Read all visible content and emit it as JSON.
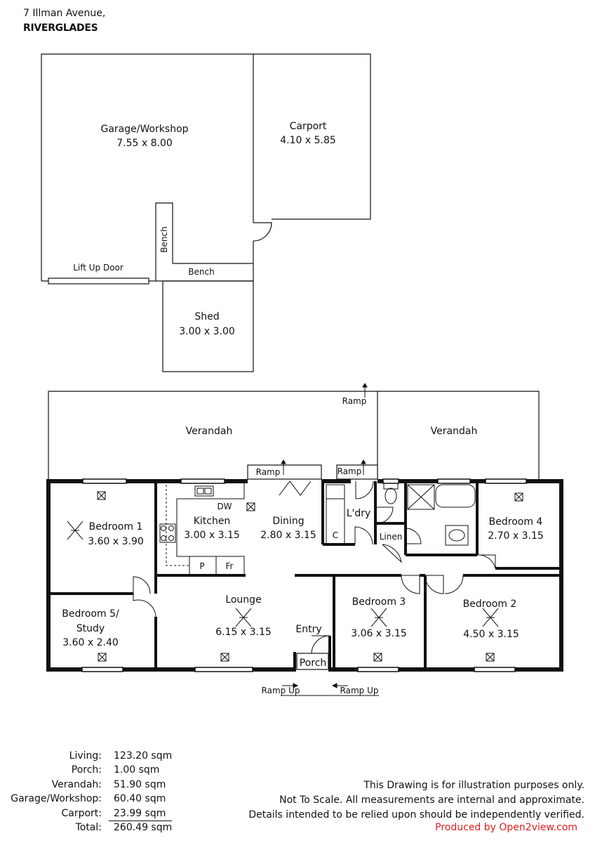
{
  "header": {
    "address": "7 Illman Avenue,",
    "suburb": "RIVERGLADES"
  },
  "outbuildings": {
    "garage": {
      "name": "Garage/Workshop",
      "size": "7.55 x 8.00"
    },
    "carport": {
      "name": "Carport",
      "size": "4.10 x 5.85"
    },
    "shed": {
      "name": "Shed",
      "size": "3.00 x 3.00"
    },
    "bench_side": "Bench",
    "bench_bottom": "Bench",
    "lift_up_door": "Lift Up Door"
  },
  "house": {
    "ramp_top": "Ramp",
    "ramp_mid": "Ramp",
    "ramp_right": "Ramp",
    "verandah_left": "Verandah",
    "verandah_right": "Verandah",
    "bedroom1": {
      "name": "Bedroom 1",
      "size": "3.60 x 3.90"
    },
    "kitchen": {
      "name": "Kitchen",
      "size": "3.00 x 3.15",
      "dw": "DW",
      "pantry": "P",
      "fridge": "Fr"
    },
    "dining": {
      "name": "Dining",
      "size": "2.80 x 3.15"
    },
    "laundry": {
      "name": "L'dry",
      "cupboard": "C"
    },
    "linen": "Linen",
    "bedroom4": {
      "name": "Bedroom 4",
      "size": "2.70 x 3.15"
    },
    "bedroom5": {
      "name1": "Bedroom 5/",
      "name2": "Study",
      "size": "3.60 x 2.40"
    },
    "lounge": {
      "name": "Lounge",
      "size": "6.15 x 3.15"
    },
    "entry": "Entry",
    "porch": "Porch",
    "bedroom3": {
      "name": "Bedroom 3",
      "size": "3.06 x 3.15"
    },
    "bedroom2": {
      "name": "Bedroom 2",
      "size": "4.50 x 3.15"
    },
    "ramp_up_left": "Ramp Up",
    "ramp_up_right": "Ramp Up"
  },
  "areas": [
    {
      "label": "Living:",
      "value": "123.20 sqm"
    },
    {
      "label": "Porch:",
      "value": "1.00 sqm"
    },
    {
      "label": "Verandah:",
      "value": "51.90 sqm"
    },
    {
      "label": "Garage/Workshop:",
      "value": "60.40 sqm"
    },
    {
      "label": "Carport:",
      "value": "23.99 sqm"
    },
    {
      "label": "Total:",
      "value": "260.49 sqm"
    }
  ],
  "disclaimer": {
    "line1": "This Drawing is for illustration purposes only.",
    "line2": "Not To Scale. All measurements are internal and approximate.",
    "line3": "Details intended to be relied upon should be independently verified."
  },
  "credit": "Produced by Open2view.com",
  "colors": {
    "wall": "#111111",
    "credit": "#e02020"
  }
}
